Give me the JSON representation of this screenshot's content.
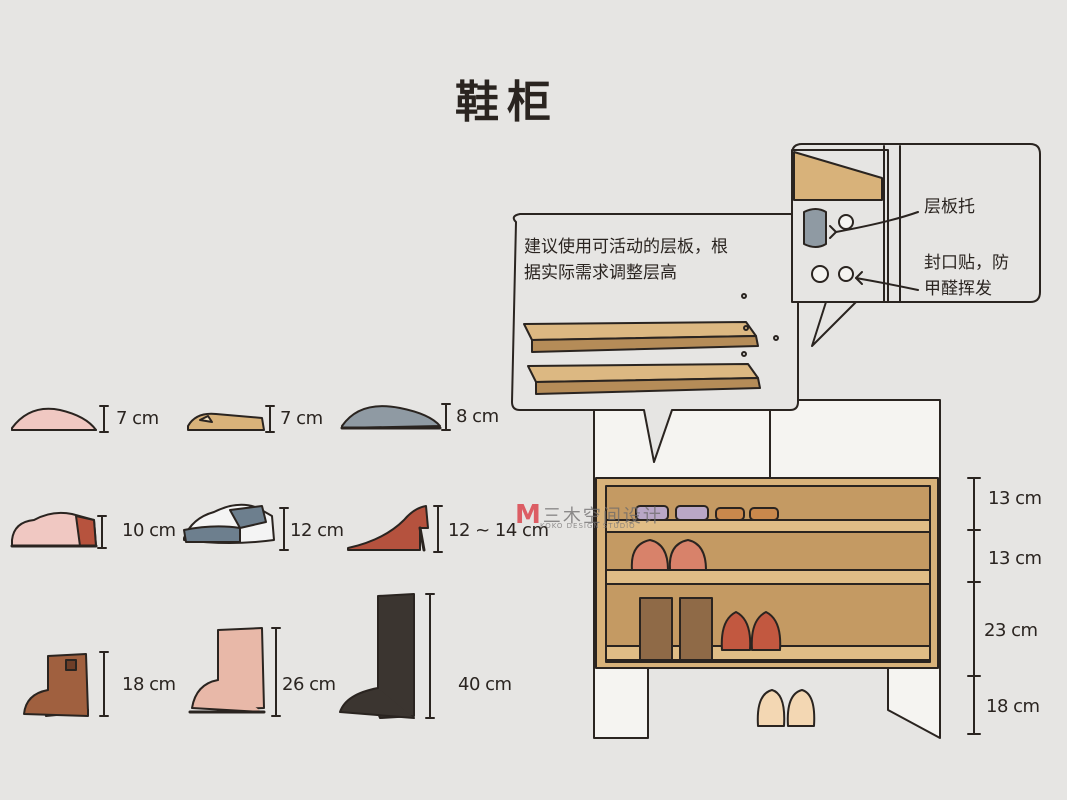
{
  "title": "鞋柜",
  "note_shelf": [
    "建议使用可活动的层板，根",
    "据实际需求调整层高"
  ],
  "note_bracket": "层板托",
  "note_seal": [
    "封口贴，防",
    "甲醛挥发"
  ],
  "watermark": {
    "mark": "M",
    "text": "三木空间设计",
    "sub": "KOKO DESIGN STUDIO"
  },
  "shoes": [
    {
      "name": "slipper",
      "height": "7 cm"
    },
    {
      "name": "flat-shoe",
      "height": "7 cm"
    },
    {
      "name": "house-slipper",
      "height": "8 cm"
    },
    {
      "name": "sneaker",
      "height": "10 cm"
    },
    {
      "name": "running-shoe",
      "height": "12 cm"
    },
    {
      "name": "high-heel",
      "height": "12 ~ 14 cm"
    },
    {
      "name": "ankle-boot",
      "height": "18 cm"
    },
    {
      "name": "mid-boot",
      "height": "26 cm"
    },
    {
      "name": "tall-boot",
      "height": "40 cm"
    }
  ],
  "cabinet_levels": [
    "13 cm",
    "13 cm",
    "23 cm",
    "18 cm"
  ],
  "colors": {
    "background": "#e6e5e3",
    "wood": "#d8b27a",
    "wood_dark": "#a67b49",
    "ink": "#2a2420",
    "watermark": "#d9303a"
  }
}
